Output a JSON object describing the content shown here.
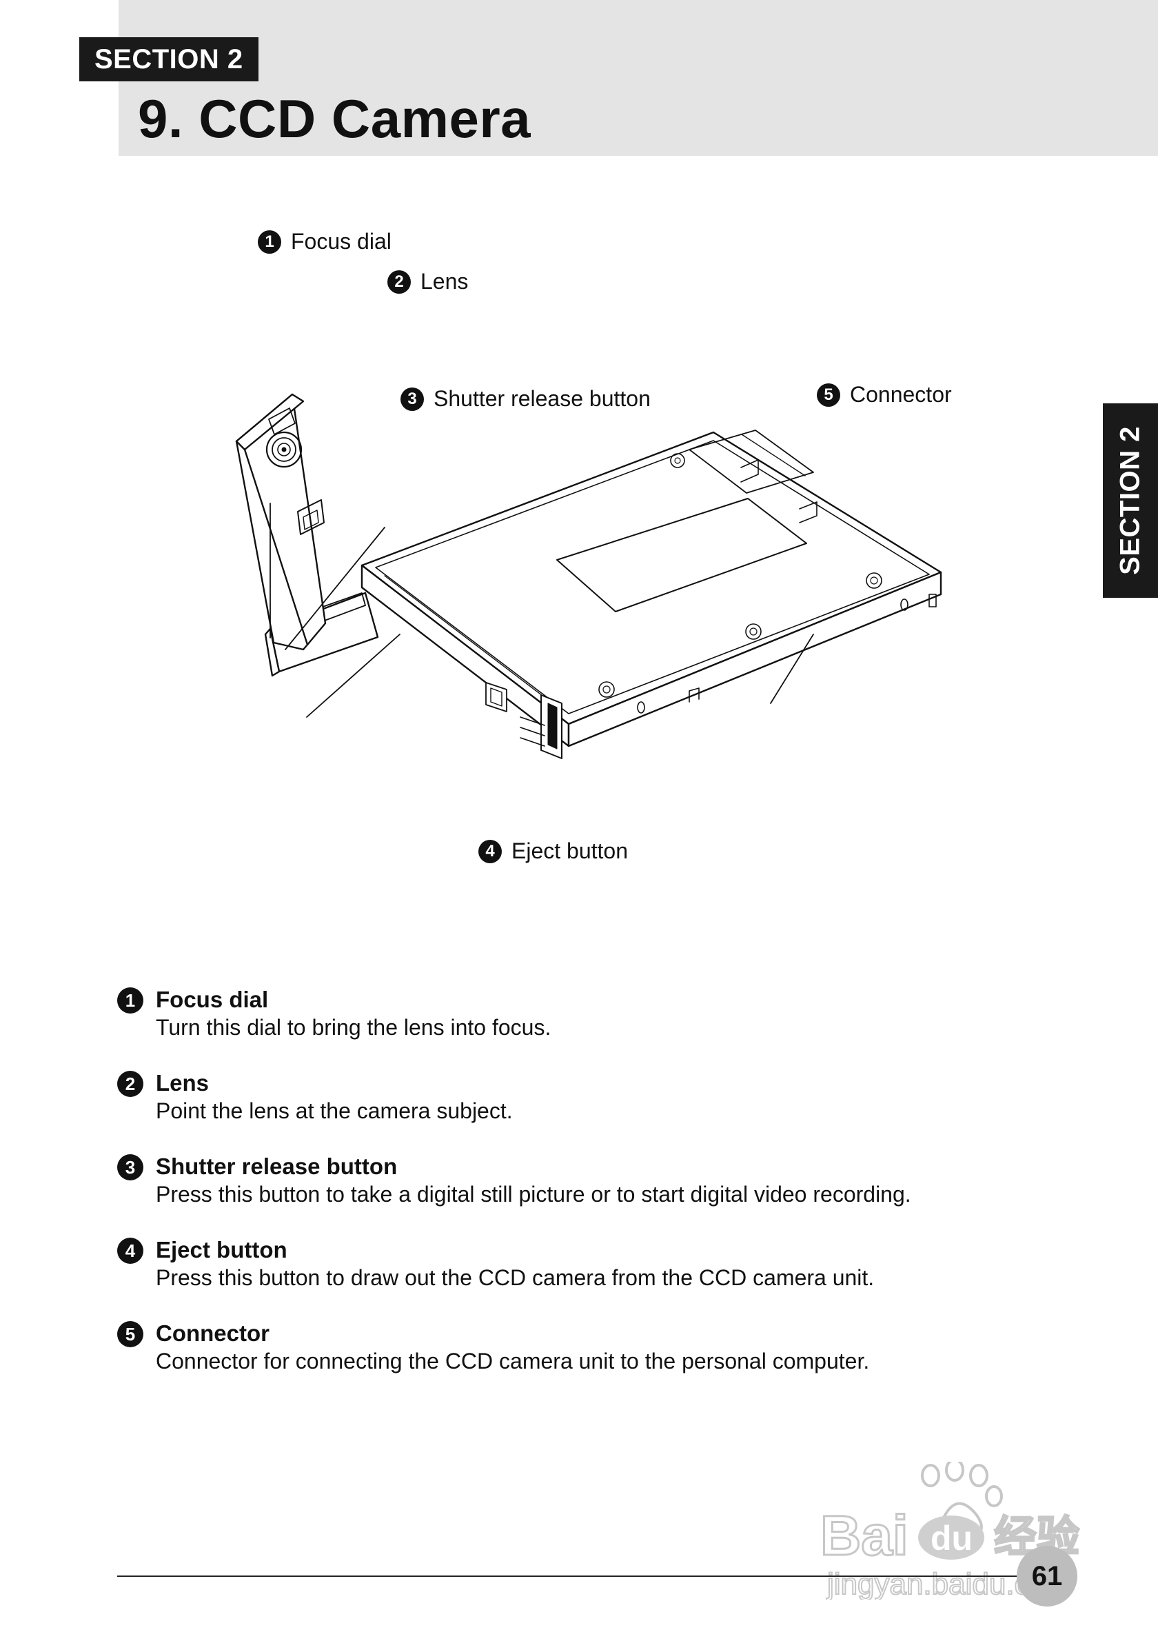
{
  "header": {
    "section_tag": "SECTION 2",
    "title": "9.  CCD Camera"
  },
  "side_tab": {
    "label": "SECTION 2"
  },
  "figure": {
    "callouts": [
      {
        "number": "1",
        "label": "Focus dial"
      },
      {
        "number": "2",
        "label": "Lens"
      },
      {
        "number": "3",
        "label": "Shutter release button"
      },
      {
        "number": "4",
        "label": "Eject button"
      },
      {
        "number": "5",
        "label": "Connector"
      }
    ]
  },
  "descriptions": [
    {
      "number": "1",
      "term": "Focus dial",
      "text": "Turn this dial to bring the lens into focus."
    },
    {
      "number": "2",
      "term": "Lens",
      "text": "Point the lens at the camera subject."
    },
    {
      "number": "3",
      "term": "Shutter release button",
      "text": "Press this button to take a digital still picture or to start digital video recording."
    },
    {
      "number": "4",
      "term": "Eject button",
      "text": "Press this button to draw out the CCD camera from the CCD camera unit."
    },
    {
      "number": "5",
      "term": "Connector",
      "text": "Connector for connecting the CCD camera unit to the personal computer."
    }
  ],
  "footer": {
    "page_number": "61"
  },
  "watermark": {
    "logo": "Baidu 经验",
    "url": "jingyan.baidu.com",
    "icon": "paw-icon"
  }
}
